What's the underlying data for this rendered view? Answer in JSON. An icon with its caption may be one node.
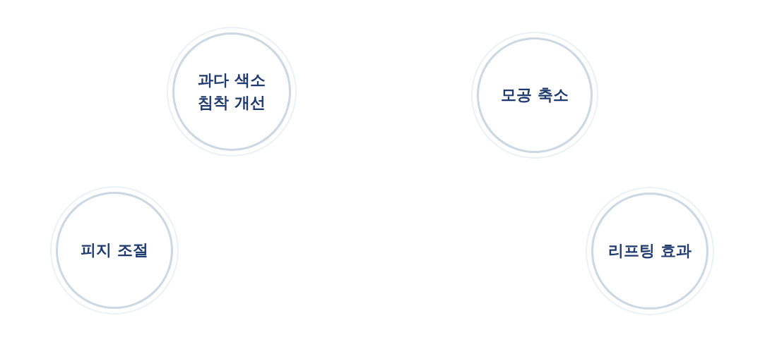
{
  "diagram": {
    "nodes": [
      {
        "text": [
          "과다 색소 침착 개선"
        ]
      },
      {
        "text": [
          "모공 축소"
        ]
      },
      {
        "text": [
          "피지 조절"
        ]
      },
      {
        "text": [
          "리프팅 효과"
        ]
      }
    ]
  }
}
